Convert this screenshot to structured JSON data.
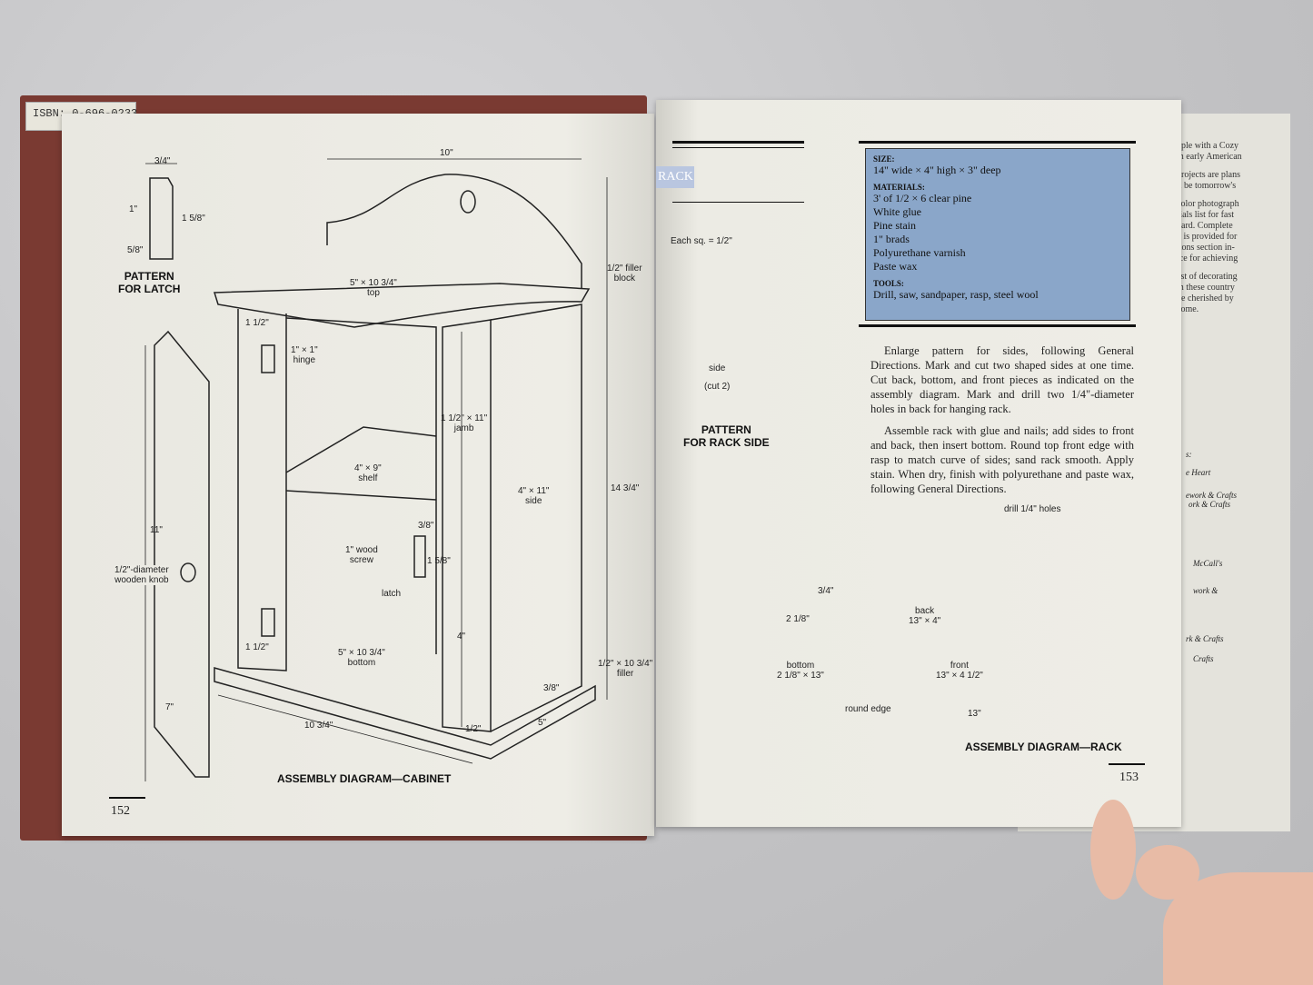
{
  "book_spine_label": {
    "isbn": "ISBN: 0-696-0233"
  },
  "left_page": {
    "page_number": "152",
    "latch_pattern": {
      "title_line1": "PATTERN",
      "title_line2": "FOR LATCH",
      "dims": [
        "3/4\"",
        "1\"",
        "1 5/8\"",
        "5/8\""
      ]
    },
    "cabinet_labels": {
      "width_top": "10\"",
      "top": [
        "5\" × 10 3/4\"",
        "top"
      ],
      "filler_block": [
        "1/2\" filler",
        "block"
      ],
      "upper_gap": "1 1/2\"",
      "hinge": [
        "1\" × 1\"",
        "hinge"
      ],
      "jamb": [
        "1 1/2\" × 11\"",
        "jamb"
      ],
      "shelf": [
        "4\" × 9\"",
        "shelf"
      ],
      "side": [
        "4\" × 11\"",
        "side"
      ],
      "height": "14 3/4\"",
      "door_height": "11\"",
      "knob": [
        "1/2\"-diameter",
        "wooden knob"
      ],
      "wood_screw": [
        "1\" wood",
        "screw"
      ],
      "latch_offset": "3/8\"",
      "latch_len": "1 5/8\"",
      "latch": "latch",
      "inner_height": "4\"",
      "lower_gap": "1 1/2\"",
      "bottom": [
        "5\" × 10 3/4\"",
        "bottom"
      ],
      "filler": [
        "1/2\" × 10 3/4\"",
        "filler"
      ],
      "filler_depth": "3/8\"",
      "base_width": "10 3/4\"",
      "base_depth": "5\"",
      "base_edge": "1/2\"",
      "door_width": "7\""
    },
    "caption": "ASSEMBLY DIAGRAM—CABINET"
  },
  "right_page": {
    "page_number": "153",
    "title_fragment": "RACK",
    "pattern": {
      "scale": "Each sq. = 1/2\"",
      "piece": "side",
      "count": "(cut 2)",
      "title_line1": "PATTERN",
      "title_line2": "FOR RACK SIDE"
    },
    "info_box": {
      "size_heading": "SIZE:",
      "size": "14\" wide × 4\" high × 3\" deep",
      "materials_heading": "MATERIALS:",
      "materials": [
        "3' of 1/2 × 6 clear pine",
        "White glue",
        "Pine stain",
        "1\" brads",
        "Polyurethane varnish",
        "Paste wax"
      ],
      "tools_heading": "TOOLS:",
      "tools": "Drill, saw, sandpaper, rasp, steel wool"
    },
    "paragraphs": [
      "Enlarge pattern for sides, following General Directions. Mark and cut two shaped sides at one time. Cut back, bottom, and front pieces as indicated on the assembly diagram. Mark and drill two 1/4\"-diameter holes in back for hanging rack.",
      "Assemble rack with glue and nails; add sides to front and back, then insert bottom. Round top front edge with rasp to match curve of sides; sand rack smooth. Apply stain. When dry, finish with polyurethane and paste wax, following General Directions."
    ],
    "rack_labels": {
      "holes": "drill 1/4\" holes",
      "hole_offset": "3/4\"",
      "hole_inset": "2 1/8\"",
      "back": [
        "back",
        "13\" × 4\""
      ],
      "bottom": [
        "bottom",
        "2 1/8\" × 13\""
      ],
      "front": [
        "front",
        "13\" × 4 1/2\""
      ],
      "round_edge": "round edge",
      "length": "13\""
    },
    "caption": "ASSEMBLY DIAGRAM—RACK"
  },
  "jacket_flap": {
    "lines": [
      "uple with a Cozy",
      "in early American",
      "projects are plans",
      "ll be tomorrow's",
      "color photograph",
      "rials list for fast",
      "yard. Complete",
      "n is provided for",
      "tions section in-",
      "ice for achieving",
      "est of decorating",
      "th these country",
      "be cherished by",
      "come."
    ],
    "list": [
      "s:",
      "e Heart",
      "ework & Crafts",
      "ork & Crafts",
      "McCall's",
      "work &",
      "rk & Crafts",
      "Crafts"
    ]
  }
}
